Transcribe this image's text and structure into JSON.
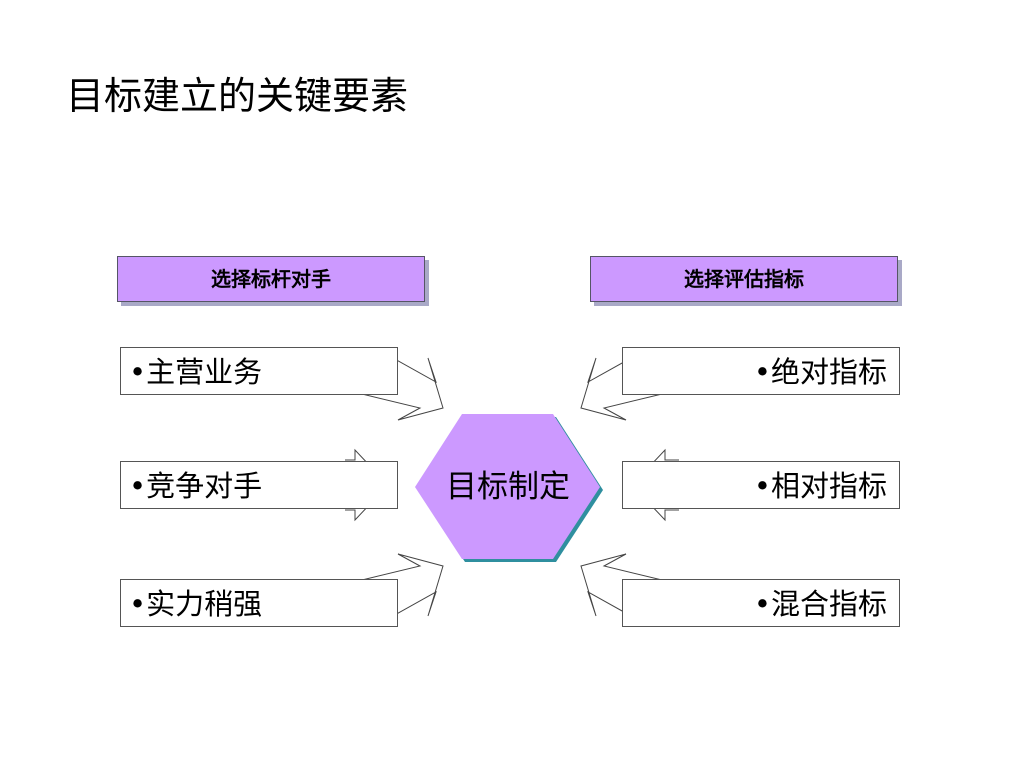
{
  "title": "目标建立的关键要素",
  "left_header": "选择标杆对手",
  "right_header": "选择评估指标",
  "left_items": [
    "•主营业务",
    "•竞争对手",
    "•实力稍强"
  ],
  "right_items": [
    "•绝对指标",
    "•相对指标",
    "•混合指标"
  ],
  "center": "目标制定",
  "colors": {
    "header_fill": "#cc99ff",
    "hexagon_fill": "#cc99ff",
    "hexagon_shadow": "#2f8f9f",
    "arrow_stroke": "#444444"
  }
}
